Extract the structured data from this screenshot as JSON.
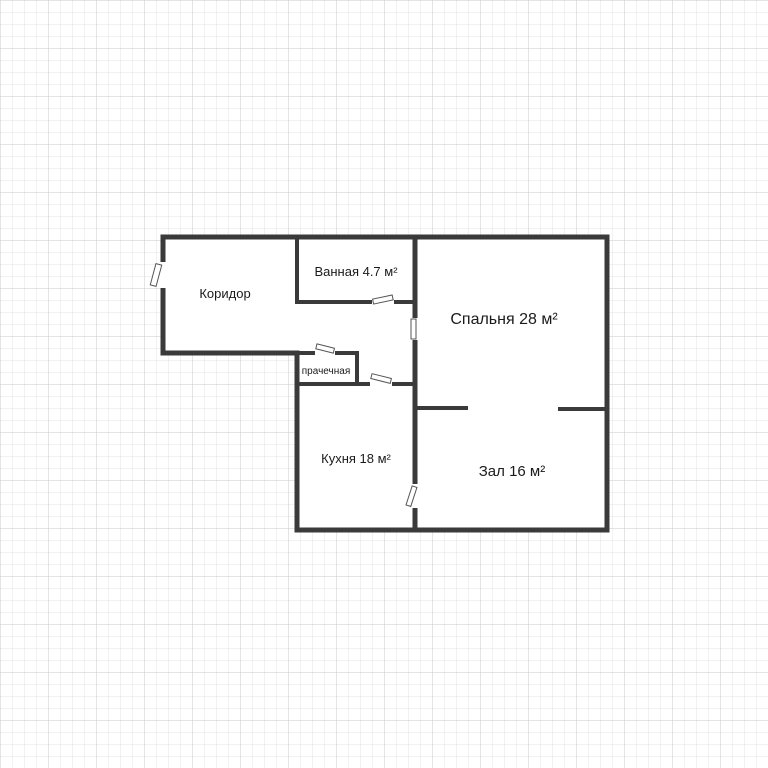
{
  "rooms": {
    "corridor": "Коридор",
    "bathroom": "Ванная 4.7 м²",
    "bedroom": "Спальня 28 м²",
    "laundry": "прачечная",
    "kitchen": "Кухня 18 м²",
    "hall": "Зал 16 м²"
  },
  "colors": {
    "grid_fine": "#e3e3e3",
    "grid_major": "#c9c9c9",
    "walls": "#3a3a3a"
  }
}
